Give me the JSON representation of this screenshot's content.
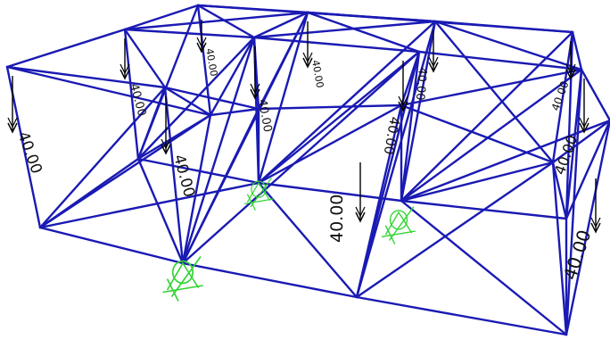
{
  "colors": {
    "background": "#ffffff",
    "member": "#1a1ab4",
    "load_arrow": "#000000",
    "load_label": "#111111",
    "support": "#2fd42f"
  },
  "loads": [
    {
      "id": "load-1",
      "value": "40.00"
    },
    {
      "id": "load-2",
      "value": "40.00"
    },
    {
      "id": "load-3",
      "value": "40.00"
    },
    {
      "id": "load-4",
      "value": "40.00"
    },
    {
      "id": "load-5",
      "value": "40.00"
    },
    {
      "id": "load-6",
      "value": "40.00"
    },
    {
      "id": "load-7",
      "value": "40.00"
    },
    {
      "id": "load-8",
      "value": "40.00"
    },
    {
      "id": "load-9",
      "value": "40.00"
    },
    {
      "id": "load-10",
      "value": "40.00"
    },
    {
      "id": "load-11",
      "value": "40.00"
    },
    {
      "id": "load-12",
      "value": "40.00"
    }
  ],
  "supports": [
    {
      "id": "support-1",
      "type": "pinned"
    },
    {
      "id": "support-2",
      "type": "pinned"
    },
    {
      "id": "support-3",
      "type": "pinned"
    }
  ]
}
